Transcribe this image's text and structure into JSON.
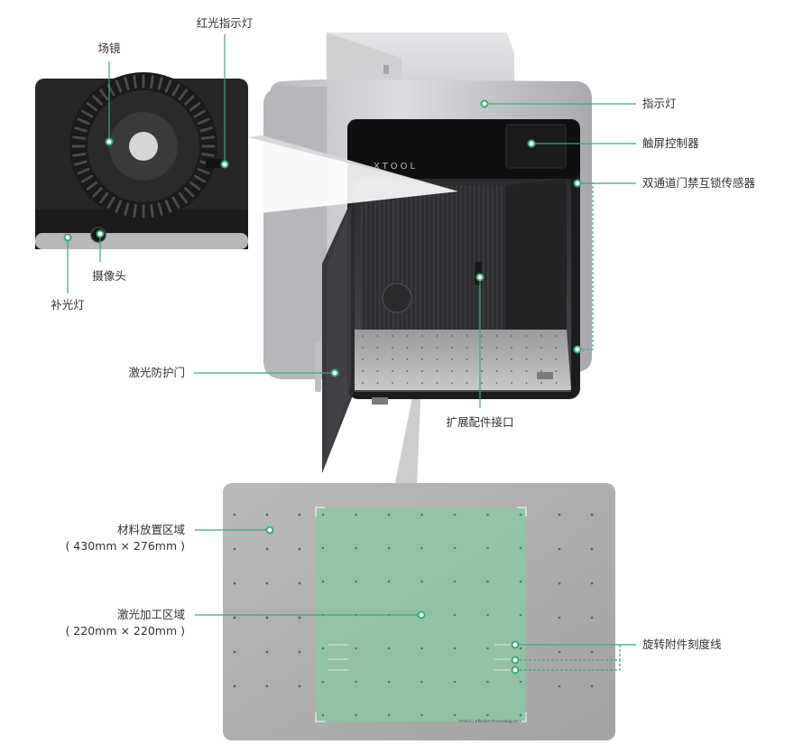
{
  "brand": {
    "logo_text": "XTOOL",
    "plate_caption": "XTOOL | Effective Processing Area"
  },
  "labels": {
    "red_light": "红光指示灯",
    "lens": "场镜",
    "camera": "摄像头",
    "fill_light": "补光灯",
    "indicator": "指示灯",
    "touchscreen": "触屏控制器",
    "interlock": "双通道门禁互锁传感器",
    "laser_door": "激光防护门",
    "expansion": "扩展配件接口",
    "material_area": "材料放置区域",
    "material_size": "( 430mm × 276mm )",
    "laser_area": "激光加工区域",
    "laser_size": "( 220mm × 220mm )",
    "rotary_lines": "旋转附件刻度线"
  },
  "colors": {
    "accent": "#3aa878",
    "body_silver": "#c9cacc",
    "frame_dark": "#1c1c1e",
    "plate_gray": "#adadad",
    "laser_zone": "#8cc7a4"
  }
}
